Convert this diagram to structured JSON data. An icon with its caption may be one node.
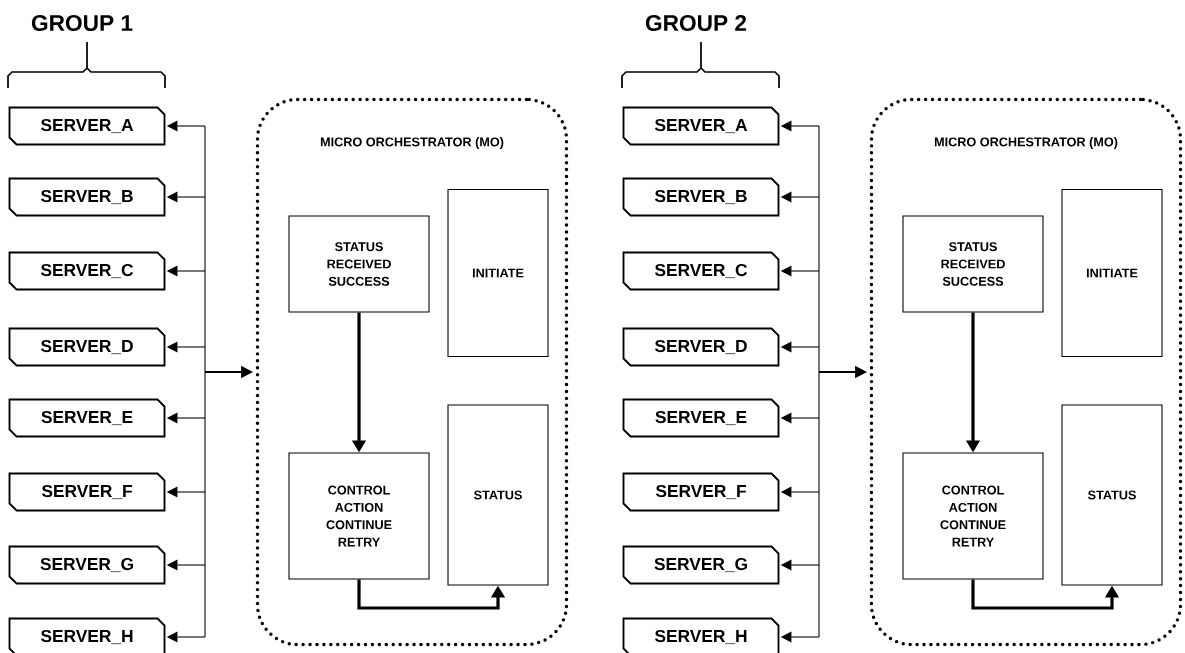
{
  "diagram": {
    "nodes": [
      {
        "text": [
          "SERVER_A"
        ]
      },
      {
        "text": [
          "SERVER_B"
        ]
      },
      {
        "text": [
          "SERVER_C"
        ]
      },
      {
        "text": [
          "SERVER_D"
        ]
      },
      {
        "text": [
          "SERVER_E"
        ]
      },
      {
        "text": [
          "SERVER_F"
        ]
      },
      {
        "text": [
          "SERVER_G"
        ]
      },
      {
        "text": [
          "SERVER_H"
        ]
      },
      {
        "text": [
          "MICRO ORCHESTRATOR (MO)"
        ]
      },
      {
        "text": [
          "STATUS RECEIVED SUCCESS"
        ],
        "in": 8
      },
      {
        "text": [
          "INITIATE"
        ],
        "in": 8
      },
      {
        "text": [
          "CONTROL ACTION CONTINUE RETRY"
        ],
        "in": 8
      },
      {
        "text": [
          "STATUS"
        ],
        "in": 8
      },
      {
        "text": [
          "SERVER_A"
        ]
      },
      {
        "text": [
          "SERVER_B"
        ]
      },
      {
        "text": [
          "SERVER_C"
        ]
      },
      {
        "text": [
          "SERVER_D"
        ]
      },
      {
        "text": [
          "SERVER_E"
        ]
      },
      {
        "text": [
          "SERVER_F"
        ]
      },
      {
        "text": [
          "SERVER_G"
        ]
      },
      {
        "text": [
          "SERVER_H"
        ]
      },
      {
        "text": [
          "MICRO ORCHESTRATOR (MO)"
        ]
      },
      {
        "text": [
          "STATUS RECEIVED SUCCESS"
        ],
        "in": 21
      },
      {
        "text": [
          "INITIATE"
        ],
        "in": 21
      },
      {
        "text": [
          "CONTROL ACTION CONTINUE RETRY"
        ],
        "in": 21
      },
      {
        "text": [
          "STATUS"
        ],
        "in": 21
      }
    ],
    "edges": [
      {
        "from": 8,
        "to": 0,
        "arrow": "both"
      },
      {
        "from": 8,
        "to": 1,
        "arrow": "both"
      },
      {
        "from": 8,
        "to": 2,
        "arrow": "both"
      },
      {
        "from": 8,
        "to": 3,
        "arrow": "both"
      },
      {
        "from": 8,
        "to": 4,
        "arrow": "both"
      },
      {
        "from": 8,
        "to": 5,
        "arrow": "both"
      },
      {
        "from": 8,
        "to": 6,
        "arrow": "both"
      },
      {
        "from": 8,
        "to": 7,
        "arrow": "both"
      },
      {
        "from": 9,
        "to": 11,
        "arrow": "to",
        "style": "thick"
      },
      {
        "from": 11,
        "to": 12,
        "arrow": "to",
        "style": "thick"
      },
      {
        "from": 21,
        "to": 13,
        "arrow": "both"
      },
      {
        "from": 21,
        "to": 14,
        "arrow": "both"
      },
      {
        "from": 21,
        "to": 15,
        "arrow": "both"
      },
      {
        "from": 21,
        "to": 16,
        "arrow": "both"
      },
      {
        "from": 21,
        "to": 17,
        "arrow": "both"
      },
      {
        "from": 21,
        "to": 18,
        "arrow": "both"
      },
      {
        "from": 21,
        "to": 19,
        "arrow": "both"
      },
      {
        "from": 21,
        "to": 20,
        "arrow": "both"
      },
      {
        "from": 22,
        "to": 24,
        "arrow": "to",
        "style": "thick"
      },
      {
        "from": 24,
        "to": 25,
        "arrow": "to",
        "style": "thick"
      }
    ],
    "labels": [
      "GROUP 1",
      "GROUP 2"
    ]
  }
}
